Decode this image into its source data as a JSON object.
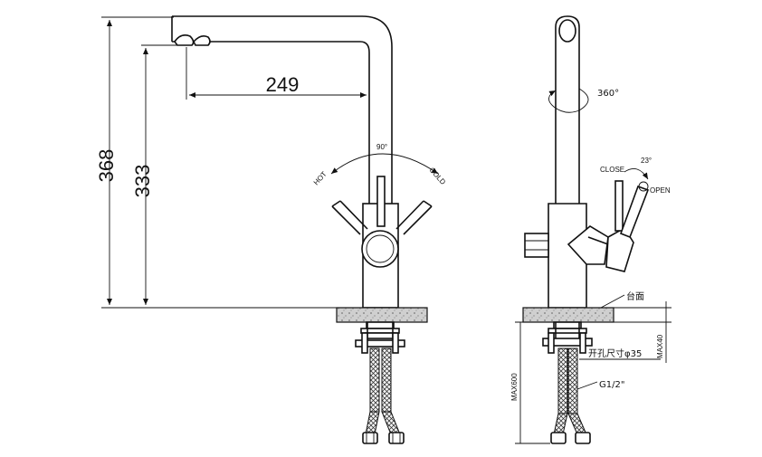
{
  "front_view": {
    "dim_total_height": "368",
    "dim_spout_height": "333",
    "dim_reach": "249",
    "angle": "90°",
    "hot": "HOT",
    "cold": "COLD"
  },
  "side_view": {
    "rotation": "360°",
    "lever_angle": "23°",
    "close": "CLOSE",
    "open": "OPEN",
    "counter_label": "台面",
    "max_thickness": "MAX40",
    "hole_size": "开孔尺寸φ35",
    "thread": "G1/2\"",
    "hose_length": "MAX600"
  }
}
